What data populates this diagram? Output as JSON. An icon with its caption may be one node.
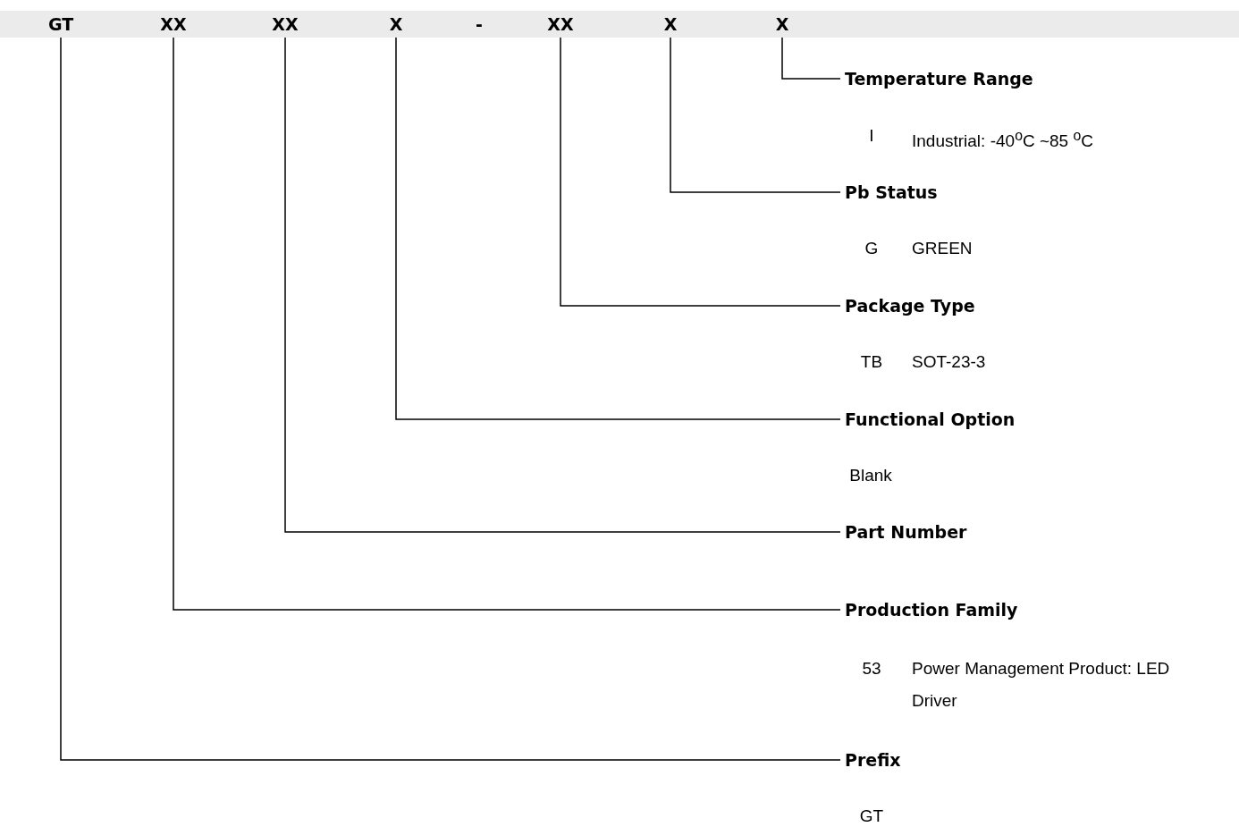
{
  "diagram": {
    "nodes": [
      {
        "text": [
          "GT"
        ]
      },
      {
        "text": [
          "XX"
        ]
      },
      {
        "text": [
          "XX"
        ]
      },
      {
        "text": [
          "X"
        ]
      },
      {
        "text": [
          "XX"
        ]
      },
      {
        "text": [
          "X"
        ]
      },
      {
        "text": [
          "X"
        ]
      },
      {
        "text": [
          "Temperature Range"
        ],
        "beside": [
          "I",
          "Industrial: -40$^{o}$C ~85 $^{o}$C"
        ]
      },
      {
        "text": [
          "Pb Status"
        ],
        "beside": [
          "G",
          "GREEN"
        ]
      },
      {
        "text": [
          "Package Type"
        ],
        "beside": [
          "TB",
          "SOT-23-3"
        ]
      },
      {
        "text": [
          "Functional Option"
        ],
        "beside": [
          "Blank"
        ]
      },
      {
        "text": [
          "Part Number"
        ]
      },
      {
        "text": [
          "Production Family"
        ],
        "beside": [
          "53",
          "Power Management Product: LED Driver"
        ]
      },
      {
        "text": [
          "Prefix"
        ],
        "beside": [
          "GT"
        ]
      }
    ],
    "edges": [
      {
        "from": 6,
        "to": 7,
        "arrow": "none"
      },
      {
        "from": 5,
        "to": 8,
        "arrow": "none"
      },
      {
        "from": 4,
        "to": 9,
        "arrow": "none"
      },
      {
        "from": 3,
        "to": 10,
        "arrow": "none"
      },
      {
        "from": 2,
        "to": 11,
        "arrow": "none"
      },
      {
        "from": 1,
        "to": 12,
        "arrow": "none"
      },
      {
        "from": 0,
        "to": 13,
        "arrow": "none"
      }
    ],
    "labels": [
      "-"
    ]
  }
}
